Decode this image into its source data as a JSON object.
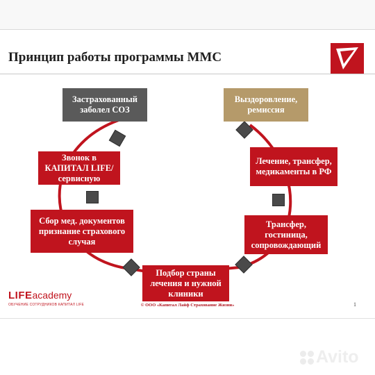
{
  "slide": {
    "title": "Принцип работы программы ММС",
    "page_number": "1",
    "copyright": "© ООО «Капитал Лайф Страхование Жизни»"
  },
  "brand": {
    "life": "LIFE",
    "academy": "academy",
    "tagline": "ОБУЧЕНИЕ СОТРУДНИКОВ КАПИТАЛ LIFE",
    "accent_color": "#c0141e",
    "gray_color": "#5a5a5a",
    "tan_color": "#b59a6a"
  },
  "steps": [
    {
      "lines": [
        "Застрахованный",
        "заболел СОЗ"
      ]
    },
    {
      "lines": [
        "Звонок в",
        "КАПИТАЛ LIFE/",
        "сервисную"
      ]
    },
    {
      "lines": [
        "Сбор мед. документов",
        "признание страхового",
        "случая"
      ]
    },
    {
      "lines": [
        "Подбор страны",
        "лечения и нужной",
        "клиники"
      ]
    },
    {
      "lines": [
        "Трансфер,",
        "гостиница,",
        "сопровождающий"
      ]
    },
    {
      "lines": [
        "Лечение, трансфер,",
        "медикаменты в РФ"
      ]
    },
    {
      "lines": [
        "Выздоровление,",
        "ремиссия"
      ]
    }
  ],
  "watermark": {
    "text": "Avito"
  }
}
